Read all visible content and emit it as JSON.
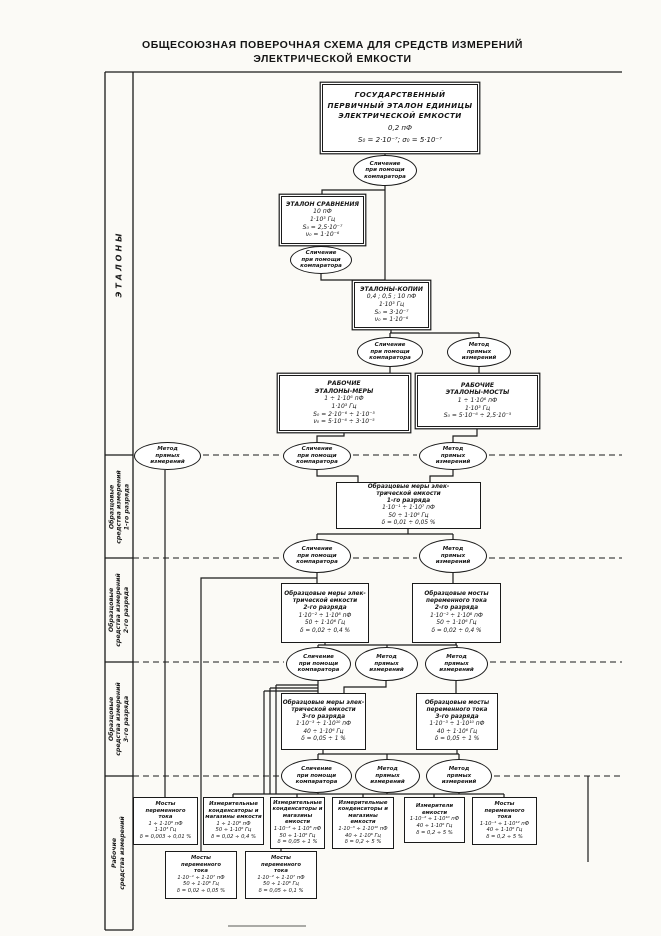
{
  "title": {
    "line1": "ОБЩЕСОЮЗНАЯ ПОВЕРОЧНАЯ СХЕМА ДЛЯ СРЕДСТВ ИЗМЕРЕНИЙ",
    "line2": "ЭЛЕКТРИЧЕСКОЙ ЕМКОСТИ"
  },
  "sidebar": {
    "sections": [
      {
        "id": "etalony",
        "lines": [
          "ЭТАЛОНЫ"
        ]
      },
      {
        "id": "rank1",
        "lines": [
          "Образцовые",
          "средства измерений",
          "1-го разряда"
        ]
      },
      {
        "id": "rank2",
        "lines": [
          "Образцовые",
          "средства измерений",
          "2-го разряда"
        ]
      },
      {
        "id": "rank3",
        "lines": [
          "Образцовые",
          "средства измерений",
          "3-го разряда"
        ]
      },
      {
        "id": "working",
        "lines": [
          "Рабочие",
          "средства измерений"
        ]
      }
    ]
  },
  "methods": {
    "compare": [
      "Сличение",
      "при помощи",
      "компаратора"
    ],
    "direct": [
      "Метод",
      "прямых",
      "измерений"
    ]
  },
  "nodes": {
    "primary": {
      "head": [
        "ГОСУДАРСТВЕННЫЙ",
        "ПЕРВИЧНЫЙ ЭТАЛОН ЕДИНИЦЫ",
        "ЭЛЕКТРИЧЕСКОЙ ЕМКОСТИ"
      ],
      "vals": [
        "0,2 пФ",
        "S₀ = 2·10⁻⁷;   σ₀ = 5·10⁻⁷"
      ]
    },
    "sravnenia": {
      "head": [
        "ЭТАЛОН СРАВНЕНИЯ"
      ],
      "vals": [
        "10 пФ",
        "1·10³ Гц",
        "S₀ = 2,5·10⁻⁷",
        "ν₀ = 1·10⁻⁶"
      ]
    },
    "kopii": {
      "head": [
        "ЭТАЛОНЫ-КОПИИ"
      ],
      "vals": [
        "0,4 ; 0,5 ; 10 пФ",
        "1·10³ Гц",
        "S₀ = 3·10⁻⁷",
        "ν₀ = 1·10⁻⁶"
      ]
    },
    "rab_mery": {
      "head": [
        "РАБОЧИЕ",
        "ЭТАЛОНЫ-МЕРЫ"
      ],
      "vals": [
        "1 ÷ 1·10⁶ пФ",
        "1·10³ Гц",
        "S₀ = 2·10⁻⁶ ÷ 1·10⁻⁵",
        "ν₀ = 5·10⁻⁶ ÷ 3·10⁻⁵"
      ]
    },
    "rab_mosty": {
      "head": [
        "РАБОЧИЕ",
        "ЭТАЛОНЫ-МОСТЫ"
      ],
      "vals": [
        "1 ÷ 1·10⁶ пФ",
        "1·10³ Гц",
        "S₀ = 5·10⁻⁶ ÷ 2,5·10⁻⁵"
      ]
    },
    "rank1_mery": {
      "head": [
        "Образцовые меры элек-",
        "трической емкости",
        "1-го разряда"
      ],
      "vals": [
        "1·10⁻¹ ÷ 1·10⁷ пФ",
        "50 ÷ 1·10⁶ Гц",
        "δ = 0,01 ÷ 0,05 %"
      ]
    },
    "rank2_mery": {
      "head": [
        "Образцовые меры элек-",
        "трической емкости",
        "2-го разряда"
      ],
      "vals": [
        "1·10⁻² ÷ 1·10⁸ пФ",
        "50 ÷ 1·10⁶ Гц",
        "δ = 0,02 ÷ 0,4 %"
      ]
    },
    "rank2_mosty": {
      "head": [
        "Образцовые мосты",
        "переменного тока",
        "2-го разряда"
      ],
      "vals": [
        "1·10⁻² ÷ 1·10⁸ пФ",
        "50 ÷ 1·10⁶ Гц",
        "δ = 0,02 ÷ 0,4 %"
      ]
    },
    "rank3_mery": {
      "head": [
        "Образцовые меры элек-",
        "трической емкости",
        "3-го разряда"
      ],
      "vals": [
        "1·10⁻³ ÷ 1·10¹⁰ пФ",
        "40 ÷ 1·10⁶ Гц",
        "δ = 0,05 ÷ 1 %"
      ]
    },
    "rank3_mosty": {
      "head": [
        "Образцовые мосты",
        "переменного тока",
        "3-го разряда"
      ],
      "vals": [
        "1·10⁻³ ÷ 1·10¹⁰ пФ",
        "40 ÷ 1·10⁶ Гц",
        "δ = 0,05 ÷ 1 %"
      ]
    },
    "w_bridges_precise": {
      "head": [
        "Мосты",
        "переменного",
        "тока"
      ],
      "vals": [
        "1 ÷ 1·10⁶ пФ",
        "1·10³ Гц",
        "δ = 0,003 ÷ 0,01 %"
      ]
    },
    "w_caps_1": {
      "head": [
        "Измерительные",
        "конденсаторы и",
        "магазины емкости"
      ],
      "vals": [
        "1 ÷ 1·10⁶ пФ",
        "50 ÷ 1·10⁶ Гц",
        "δ = 0,02 ÷ 0,4 %"
      ]
    },
    "w_caps_2": {
      "head": [
        "Измерительные",
        "конденсаторы и",
        "магазины",
        "емкости"
      ],
      "vals": [
        "1·10⁻² ÷ 1·10⁸ пФ",
        "50 ÷ 1·10⁶ Гц",
        "δ = 0,05 ÷ 1 %"
      ]
    },
    "w_caps_3": {
      "head": [
        "Измерительные",
        "конденсаторы и",
        "магазины",
        "емкости"
      ],
      "vals": [
        "1·10⁻³ ÷ 1·10¹⁰ пФ",
        "40 ÷ 1·10⁶ Гц",
        "δ = 0,2 ÷ 5 %"
      ]
    },
    "w_meters": {
      "head": [
        "Измерители",
        "емкости"
      ],
      "vals": [
        "1·10⁻² ÷ 1·10¹⁰ пФ",
        "40 ÷ 1·10⁶ Гц",
        "δ = 0,2 ÷ 5 %"
      ]
    },
    "w_bridges_wide": {
      "head": [
        "Мосты",
        "переменного",
        "тока"
      ],
      "vals": [
        "1·10⁻⁴ ÷ 1·10¹² пФ",
        "40 ÷ 1·10⁶ Гц",
        "δ = 0,2 ÷ 5 %"
      ]
    },
    "w_bridges_a": {
      "head": [
        "Мосты",
        "переменного",
        "тока"
      ],
      "vals": [
        "1·10⁻¹ ÷ 1·10⁷ пФ",
        "50 ÷ 1·10⁶ Гц",
        "δ = 0,02 ÷ 0,05 %"
      ]
    },
    "w_bridges_b": {
      "head": [
        "Мосты",
        "переменного",
        "тока"
      ],
      "vals": [
        "1·10⁻² ÷ 1·10⁷ пФ",
        "50 ÷ 1·10⁶ Гц",
        "δ = 0,05 ÷ 0,1 %"
      ]
    }
  }
}
